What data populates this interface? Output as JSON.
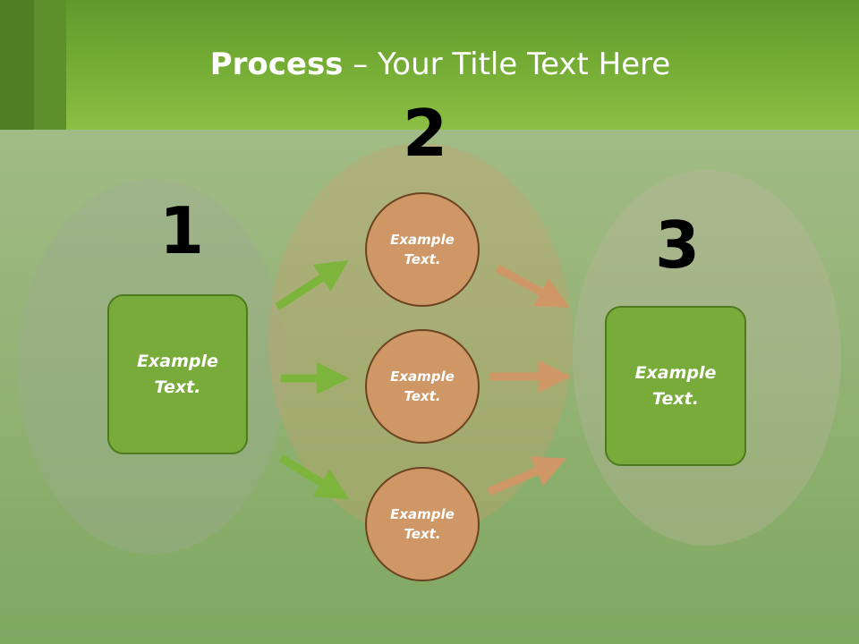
{
  "title": {
    "bold": "Process",
    "rest": " – Your Title Text Here"
  },
  "steps": {
    "one": {
      "number": "1",
      "text_line1": "Example",
      "text_line2": "Text."
    },
    "two": {
      "number": "2"
    },
    "three": {
      "number": "3",
      "text_line1": "Example",
      "text_line2": "Text."
    }
  },
  "circles": [
    {
      "line1": "Example",
      "line2": "Text."
    },
    {
      "line1": "Example",
      "line2": "Text."
    },
    {
      "line1": "Example",
      "line2": "Text."
    }
  ],
  "colors": {
    "green": "#78ab3a",
    "brown": "#cf9766",
    "green_arrow": "#7cb43c",
    "brown_arrow": "#cf9766"
  }
}
